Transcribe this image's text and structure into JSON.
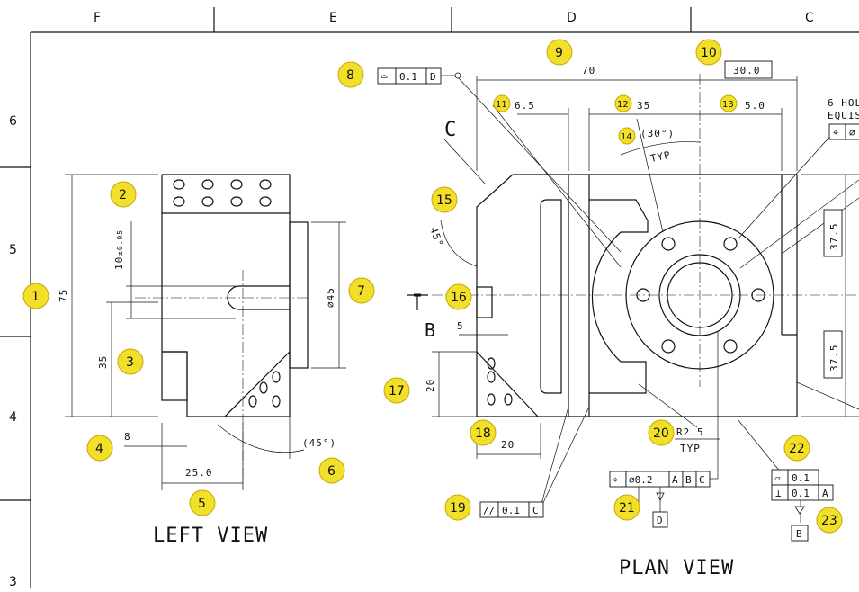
{
  "drawing": {
    "zones_top": [
      "F",
      "E",
      "D",
      "C"
    ],
    "zones_left": [
      "6",
      "5",
      "4",
      "3"
    ],
    "views": {
      "left_view_title": "LEFT VIEW",
      "plan_view_title": "PLAN VIEW"
    },
    "section_labels": {
      "c": "C",
      "b": "B"
    },
    "balloons": [
      "1",
      "2",
      "3",
      "4",
      "5",
      "6",
      "7",
      "8",
      "9",
      "10",
      "11",
      "12",
      "13",
      "14",
      "15",
      "16",
      "17",
      "18",
      "19",
      "20",
      "21",
      "22",
      "23"
    ],
    "dimensions": {
      "d1": "75",
      "d2_tol": "10",
      "d2_tol_sub": "±0.05",
      "d3": "35",
      "d4": "8",
      "d5": "25.0",
      "d6": "(45°)",
      "d7": "⌀45",
      "d9": "70",
      "d10": "30.0",
      "d11": "6.5",
      "d12": "35",
      "d13": "5.0",
      "d14": "(30°)",
      "d14_typ": "TYP",
      "d15": "45°",
      "d16": "5",
      "d17": "20",
      "d18": "20",
      "d20": "R2.5",
      "d20_typ": "TYP",
      "right_upper": "37.5",
      "right_lower": "37.5",
      "holes_note_1": "6 HOL",
      "holes_note_2": "EQUIS"
    },
    "fcf": {
      "f8": {
        "symbol": "⌓",
        "value": "0.1",
        "datum": "D"
      },
      "f19": {
        "symbol": "//",
        "value": "0.1",
        "datum": "C"
      },
      "f21": {
        "symbol": "⌖",
        "value": "⌀0.2",
        "datum_a": "A",
        "datum_b": "B",
        "datum_c": "C"
      },
      "f22a": {
        "symbol": "▱",
        "value": "0.1"
      },
      "f22b": {
        "symbol": "⊥",
        "value": "0.1",
        "datum": "A"
      },
      "datum_d": "D",
      "datum_b": "B",
      "hole_fcf_symbol": "⌖",
      "hole_fcf_value": "⌀"
    }
  }
}
